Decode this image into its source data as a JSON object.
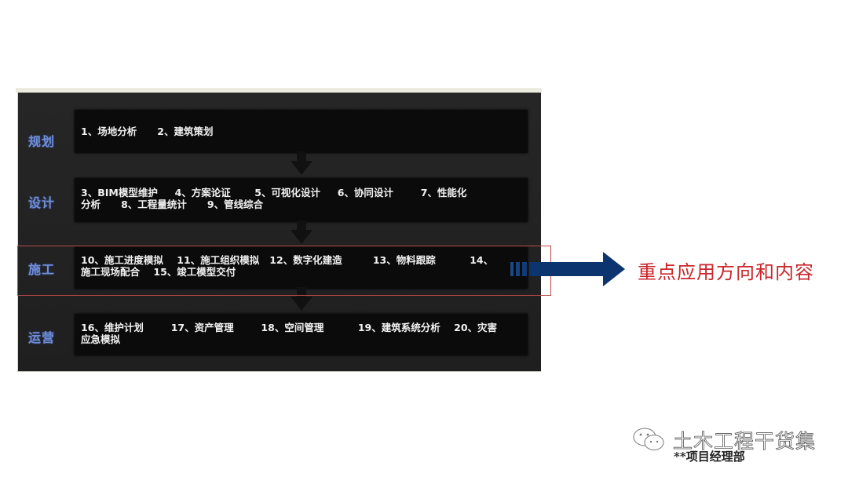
{
  "diagram": {
    "stages": [
      {
        "label": "规划",
        "items_text": "1、场地分析      2、建筑策划"
      },
      {
        "label": "设计",
        "items_text": "3、BIM模型维护     4、方案论证       5、可视化设计     6、协同设计        7、性能化\n分析      8、工程量统计      9、管线综合"
      },
      {
        "label": "施工",
        "items_text": "10、施工进度模拟    11、施工组织模拟   12、数字化建造         13、物料跟踪          14、\n施工现场配合    15、竣工模型交付"
      },
      {
        "label": "运营",
        "items_text": "16、维护计划        17、资产管理        18、空间管理          19、建筑系统分析    20、灾害\n应急模拟"
      }
    ],
    "highlight_label": "重点应用方向和内容",
    "colors": {
      "stage_label": "#6f8ed8",
      "highlight_frame": "#b84848",
      "arrow_blue": "#0c3570",
      "highlight_text": "#c9262b"
    }
  },
  "watermark": {
    "brand": "土木工程干货集",
    "sub": "**项目经理部"
  }
}
